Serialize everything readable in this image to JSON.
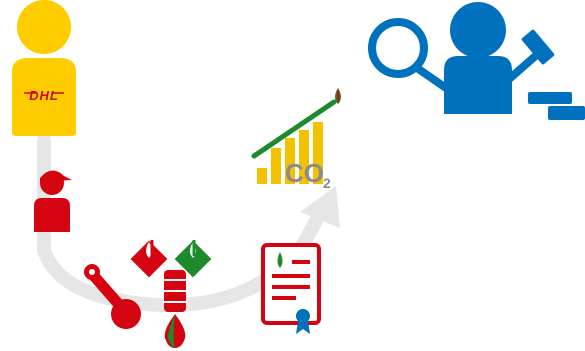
{
  "brand": {
    "logo_text": "DHL"
  },
  "chart": {
    "label_main": "CO",
    "label_sub": "2"
  },
  "colors": {
    "dhl_yellow": "#FFCC00",
    "dhl_red": "#D40511",
    "green": "#1E8A2E",
    "blue": "#0071BC",
    "gray_path": "#E6E6E6",
    "gold": "#F2C200",
    "co2_gray": "#8C8C8C"
  },
  "icons": [
    "dhl-courier-icon",
    "technician-icon",
    "wrench-icon",
    "oil-drops-diamond-icon",
    "oil-barrel-icon",
    "oil-drop-icon",
    "certificate-icon",
    "co2-growth-chart-icon",
    "auditor-icon",
    "magnifier-icon",
    "gavel-icon"
  ]
}
